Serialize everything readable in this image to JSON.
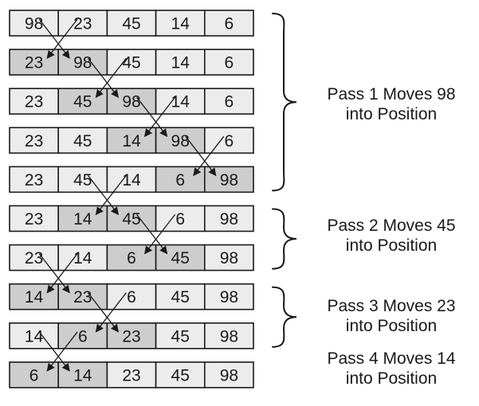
{
  "rows": [
    {
      "values": [
        "98",
        "23",
        "45",
        "14",
        "6"
      ],
      "shaded": []
    },
    {
      "values": [
        "23",
        "98",
        "45",
        "14",
        "6"
      ],
      "shaded": [
        0,
        1
      ]
    },
    {
      "values": [
        "23",
        "45",
        "98",
        "14",
        "6"
      ],
      "shaded": [
        1,
        2
      ]
    },
    {
      "values": [
        "23",
        "45",
        "14",
        "98",
        "6"
      ],
      "shaded": [
        2,
        3
      ]
    },
    {
      "values": [
        "23",
        "45",
        "14",
        "6",
        "98"
      ],
      "shaded": [
        3,
        4
      ]
    },
    {
      "values": [
        "23",
        "14",
        "45",
        "6",
        "98"
      ],
      "shaded": [
        1,
        2
      ]
    },
    {
      "values": [
        "23",
        "14",
        "6",
        "45",
        "98"
      ],
      "shaded": [
        2,
        3
      ]
    },
    {
      "values": [
        "14",
        "23",
        "6",
        "45",
        "98"
      ],
      "shaded": [
        0,
        1
      ]
    },
    {
      "values": [
        "14",
        "6",
        "23",
        "45",
        "98"
      ],
      "shaded": [
        1,
        2
      ]
    },
    {
      "values": [
        "6",
        "14",
        "23",
        "45",
        "98"
      ],
      "shaded": [
        0,
        1
      ]
    }
  ],
  "swaps": [
    {
      "after_row": 0,
      "col": 0
    },
    {
      "after_row": 1,
      "col": 1
    },
    {
      "after_row": 2,
      "col": 2
    },
    {
      "after_row": 3,
      "col": 3
    },
    {
      "after_row": 4,
      "col": 1
    },
    {
      "after_row": 5,
      "col": 2
    },
    {
      "after_row": 6,
      "col": 0
    },
    {
      "after_row": 7,
      "col": 1
    },
    {
      "after_row": 8,
      "col": 0
    }
  ],
  "braces": [
    {
      "from_row": 0,
      "to_row": 4
    },
    {
      "from_row": 5,
      "to_row": 6
    },
    {
      "from_row": 7,
      "to_row": 8
    }
  ],
  "passes": [
    {
      "line1": "Pass 1 Moves 98",
      "line2": "into Position"
    },
    {
      "line1": "Pass 2 Moves 45",
      "line2": "into Position"
    },
    {
      "line1": "Pass 3 Moves 23",
      "line2": "into Position"
    },
    {
      "line1": "Pass 4 Moves 14",
      "line2": "into Position"
    }
  ],
  "colors": {
    "cell_fill": "#ececec",
    "shaded_fill": "#cdcdcd",
    "border": "#1a1a1a",
    "text": "#1a1a1a"
  }
}
